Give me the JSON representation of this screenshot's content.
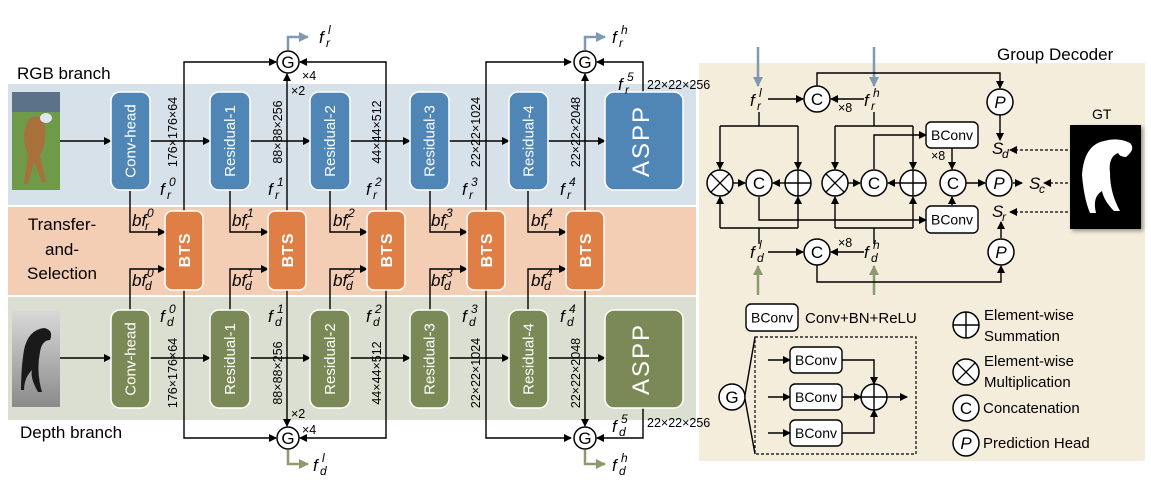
{
  "rgb_branch": {
    "label": "RGB branch",
    "blocks": [
      "Conv-head",
      "Residual-1",
      "Residual-2",
      "Residual-3",
      "Residual-4",
      "ASPP"
    ],
    "dims": [
      "176×176×64",
      "88×88×256",
      "44×44×512",
      "22×22×1024",
      "22×22×2048"
    ],
    "aspp_dim": "22×22×256",
    "features": [
      {
        "base": "f",
        "sub": "r",
        "sup": "0"
      },
      {
        "base": "f",
        "sub": "r",
        "sup": "1"
      },
      {
        "base": "f",
        "sub": "r",
        "sup": "2"
      },
      {
        "base": "f",
        "sub": "r",
        "sup": "3"
      },
      {
        "base": "f",
        "sub": "r",
        "sup": "4"
      },
      {
        "base": "f",
        "sub": "r",
        "sup": "5"
      }
    ],
    "bts_inputs": [
      {
        "base": "bf",
        "sub": "r",
        "sup": "0"
      },
      {
        "base": "bf",
        "sub": "r",
        "sup": "1"
      },
      {
        "base": "bf",
        "sub": "r",
        "sup": "2"
      },
      {
        "base": "bf",
        "sub": "r",
        "sup": "3"
      },
      {
        "base": "bf",
        "sub": "r",
        "sup": "4"
      }
    ],
    "group_outputs": [
      {
        "base": "f",
        "sub": "r",
        "sup": "l"
      },
      {
        "base": "f",
        "sub": "r",
        "sup": "h"
      }
    ],
    "color": "#4f86b6",
    "band_color": "#d7e1ea",
    "output_arrow_color": "#7f99b2"
  },
  "depth_branch": {
    "label": "Depth branch",
    "blocks": [
      "Conv-head",
      "Residual-1",
      "Residual-2",
      "Residual-3",
      "Residual-4",
      "ASPP"
    ],
    "dims": [
      "176×176×64",
      "88×88×256",
      "44×44×512",
      "22×22×1024",
      "22×22×2048"
    ],
    "aspp_dim": "22×22×256",
    "features": [
      {
        "base": "f",
        "sub": "d",
        "sup": "0"
      },
      {
        "base": "f",
        "sub": "d",
        "sup": "1"
      },
      {
        "base": "f",
        "sub": "d",
        "sup": "2"
      },
      {
        "base": "f",
        "sub": "d",
        "sup": "3"
      },
      {
        "base": "f",
        "sub": "d",
        "sup": "4"
      },
      {
        "base": "f",
        "sub": "d",
        "sup": "5"
      }
    ],
    "bts_inputs": [
      {
        "base": "bf",
        "sub": "d",
        "sup": "0"
      },
      {
        "base": "bf",
        "sub": "d",
        "sup": "1"
      },
      {
        "base": "bf",
        "sub": "d",
        "sup": "2"
      },
      {
        "base": "bf",
        "sub": "d",
        "sup": "3"
      },
      {
        "base": "bf",
        "sub": "d",
        "sup": "4"
      }
    ],
    "group_outputs": [
      {
        "base": "f",
        "sub": "d",
        "sup": "l"
      },
      {
        "base": "f",
        "sub": "d",
        "sup": "h"
      }
    ],
    "color": "#7a8955",
    "band_color": "#dadfd1",
    "output_arrow_color": "#8c9a70"
  },
  "transfer": {
    "label_lines": [
      "Transfer-",
      "and-",
      "Selection"
    ],
    "block": "BTS",
    "color": "#e07f45",
    "band_color": "#f3cdb4"
  },
  "group_node": "G",
  "multipliers": {
    "x2": "×2",
    "x4": "×4",
    "x8": "×8"
  },
  "decoder": {
    "title": "Group Decoder",
    "gt_label": "GT",
    "concat": "C",
    "predict": "P",
    "bconv": "BConv",
    "inputs": {
      "fr_l": {
        "base": "f",
        "sub": "r",
        "sup": "l"
      },
      "fr_h": {
        "base": "f",
        "sub": "r",
        "sup": "h"
      },
      "fd_l": {
        "base": "f",
        "sub": "d",
        "sup": "l"
      },
      "fd_h": {
        "base": "f",
        "sub": "d",
        "sup": "h"
      }
    },
    "outputs": {
      "s_d": {
        "base": "S",
        "sub": "d"
      },
      "s_c": {
        "base": "S",
        "sub": "c"
      },
      "s_r": {
        "base": "S",
        "sub": "r"
      }
    },
    "background": "#f5eddc"
  },
  "legend": {
    "bconv_box": "BConv",
    "bconv_desc": "Conv+BN+ReLU",
    "sum_lines": [
      "Element-wise",
      "Summation"
    ],
    "mul_lines": [
      "Element-wise",
      "Multiplication"
    ],
    "concat_symbol": "C",
    "concat_desc": "Concatenation",
    "pred_symbol": "P",
    "pred_desc": "Prediction Head",
    "group_symbol": "G",
    "group_bconvs": [
      "BConv",
      "BConv",
      "BConv"
    ]
  }
}
